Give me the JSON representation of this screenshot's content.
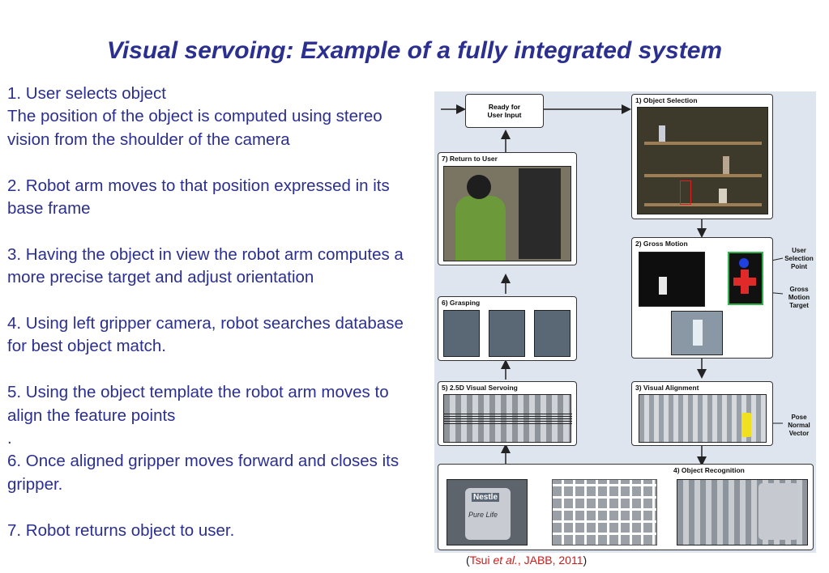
{
  "title": "Visual servoing: Example of a fully integrated system",
  "steps": [
    {
      "heading": "1. User selects object",
      "detail": "The position of the object is computed using stereo vision from the shoulder of the camera"
    },
    {
      "text": "2. Robot arm moves to that position expressed in its base frame"
    },
    {
      "text": "3. Having the object in view the robot arm computes a more precise target and adjust orientation"
    },
    {
      "text": "4. Using left gripper camera, robot searches database for best object match."
    },
    {
      "text": "5. Using the object template the robot arm moves to align the feature points"
    },
    {
      "dot": ".",
      "text": "6. Once aligned gripper moves forward and closes its gripper."
    },
    {
      "text": "7. Robot returns object to user."
    }
  ],
  "figure": {
    "ready": "Ready for User Input",
    "object_selection": "1) Object Selection",
    "return_to_user": "7) Return to User",
    "gross_motion": "2) Gross Motion",
    "grasping": "6) Grasping",
    "visual_servoing": "5) 2.5D Visual Servoing",
    "visual_alignment": "3) Visual Alignment",
    "object_recognition": "4) Object Recognition",
    "user_selection_point": "User Selection Point",
    "gross_motion_target": "Gross Motion Target",
    "pose_normal_vector": "Pose Normal Vector",
    "brand": "Nestle",
    "product": "Pure Life"
  },
  "caption": {
    "open": "(",
    "author": "Tsui ",
    "etal": "et al.",
    "rest": ", JABB, 2011",
    "close": ")"
  }
}
